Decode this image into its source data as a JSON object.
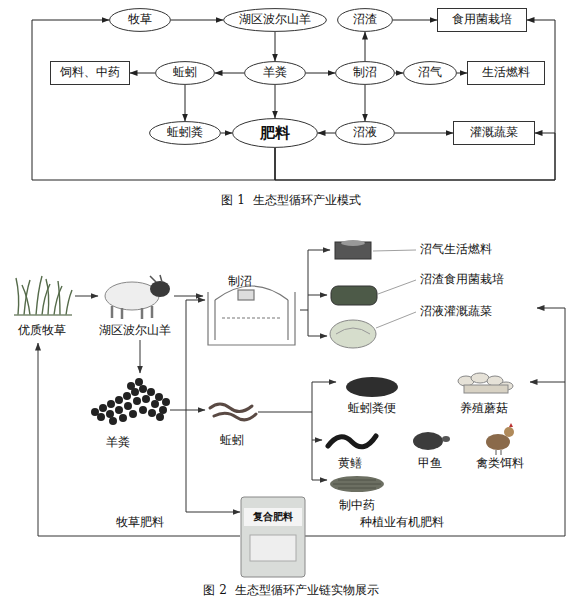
{
  "diagram": {
    "nodes": [
      {
        "text": [
          "牧草"
        ]
      },
      {
        "text": [
          "湖区波尔山羊"
        ]
      },
      {
        "text": [
          "沼渣"
        ]
      },
      {
        "text": [
          "食用菌栽培"
        ]
      },
      {
        "text": [
          "饲料、中药"
        ]
      },
      {
        "text": [
          "蚯蚓"
        ]
      },
      {
        "text": [
          "羊粪"
        ]
      },
      {
        "text": [
          "制沼"
        ]
      },
      {
        "text": [
          "沼气"
        ]
      },
      {
        "text": [
          "生活燃料"
        ]
      },
      {
        "text": [
          "蚯蚓粪"
        ]
      },
      {
        "text": [
          "肥料"
        ]
      },
      {
        "text": [
          "沼液"
        ]
      },
      {
        "text": [
          "灌溉蔬菜"
        ]
      }
    ],
    "edges": [
      {
        "from": 0,
        "to": 1,
        "arrow": "to"
      },
      {
        "from": 1,
        "to": 6,
        "arrow": "to"
      },
      {
        "from": 6,
        "to": 5,
        "arrow": "to"
      },
      {
        "from": 5,
        "to": 4,
        "arrow": "to"
      },
      {
        "from": 5,
        "to": 10,
        "arrow": "to"
      },
      {
        "from": 10,
        "to": 11,
        "arrow": "to"
      },
      {
        "from": 6,
        "to": 11,
        "arrow": "to"
      },
      {
        "from": 6,
        "to": 7,
        "arrow": "to"
      },
      {
        "from": 7,
        "to": 2,
        "arrow": "to"
      },
      {
        "from": 2,
        "to": 3,
        "arrow": "to"
      },
      {
        "from": 7,
        "to": 8,
        "arrow": "to"
      },
      {
        "from": 8,
        "to": 9,
        "arrow": "to"
      },
      {
        "from": 7,
        "to": 12,
        "arrow": "to"
      },
      {
        "from": 12,
        "to": 11,
        "arrow": "to"
      },
      {
        "from": 12,
        "to": 13,
        "arrow": "to"
      },
      {
        "from": 11,
        "to": 0,
        "arrow": "to"
      },
      {
        "from": 11,
        "to": 3,
        "arrow": "to"
      },
      {
        "from": 11,
        "to": 13,
        "arrow": "to"
      }
    ],
    "labels": [
      "图 1  生态型循环产业模式",
      "优质牧草",
      "湖区波尔山羊",
      "制沼",
      "沼气生活燃料",
      "沼渣食用菌栽培",
      "沼液灌溉蔬菜",
      "羊粪",
      "蚯蚓",
      "蚯蚓粪便",
      "养殖蘑菇",
      "黄鳝",
      "甲鱼",
      "禽类饵料",
      "制中药",
      "复合肥料",
      "牧草肥料",
      "种植业有机肥料",
      "图 2  生态型循环产业链实物展示"
    ]
  }
}
